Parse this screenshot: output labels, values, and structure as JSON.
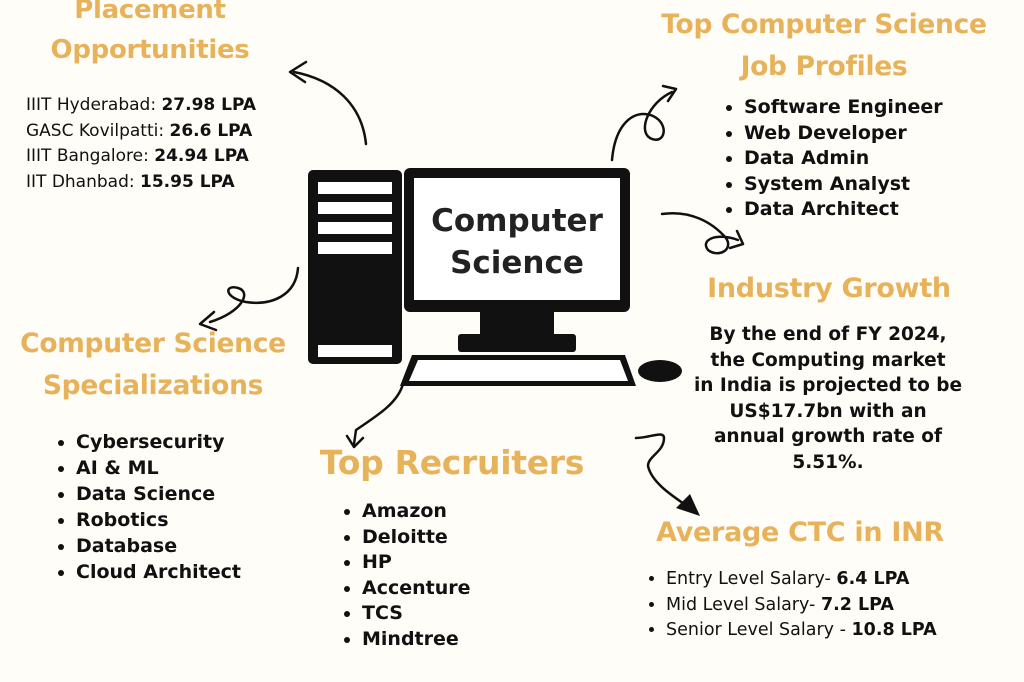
{
  "placement": {
    "title_line1": "Placement",
    "title_line2": "Opportunities",
    "rows": [
      {
        "label": "IIIT Hyderabad: ",
        "value": "27.98 LPA"
      },
      {
        "label": "GASC Kovilpatti: ",
        "value": "26.6 LPA"
      },
      {
        "label": "IIIT Bangalore: ",
        "value": "24.94 LPA"
      },
      {
        "label": "IIT Dhanbad: ",
        "value": "15.95 LPA"
      }
    ]
  },
  "job_profiles": {
    "title_line1": "Top Computer Science",
    "title_line2": "Job Profiles",
    "items": [
      "Software Engineer",
      "Web Developer",
      "Data Admin",
      "System Analyst",
      "Data Architect"
    ]
  },
  "center": {
    "line1": "Computer",
    "line2": "Science"
  },
  "specializations": {
    "title_line1": "Computer Science",
    "title_line2": "Specializations",
    "items": [
      "Cybersecurity",
      "AI & ML",
      "Data Science",
      "Robotics",
      "Database",
      "Cloud Architect"
    ]
  },
  "industry": {
    "title": "Industry Growth",
    "lines": [
      "By the end of FY 2024,",
      "the Computing market",
      "in India is projected to be",
      "US$17.7bn with an",
      "annual growth rate of",
      "5.51%."
    ]
  },
  "recruiters": {
    "title": "Top Recruiters",
    "items": [
      "Amazon",
      "Deloitte",
      "HP",
      "Accenture",
      "TCS",
      "Mindtree"
    ]
  },
  "ctc": {
    "title": "Average CTC in INR",
    "rows": [
      {
        "label": "Entry Level Salary- ",
        "value": "6.4 LPA"
      },
      {
        "label": "Mid Level Salary- ",
        "value": "7.2 LPA"
      },
      {
        "label": "Senior Level Salary - ",
        "value": "10.8 LPA"
      }
    ]
  },
  "colors": {
    "heading": "#e8b25a",
    "background": "#fffdf7",
    "ink": "#111111"
  },
  "icons": [
    "desktop-computer-icon",
    "tower-case-icon",
    "monitor-icon",
    "keyboard-icon",
    "mouse-icon",
    "curly-arrow-icon"
  ]
}
